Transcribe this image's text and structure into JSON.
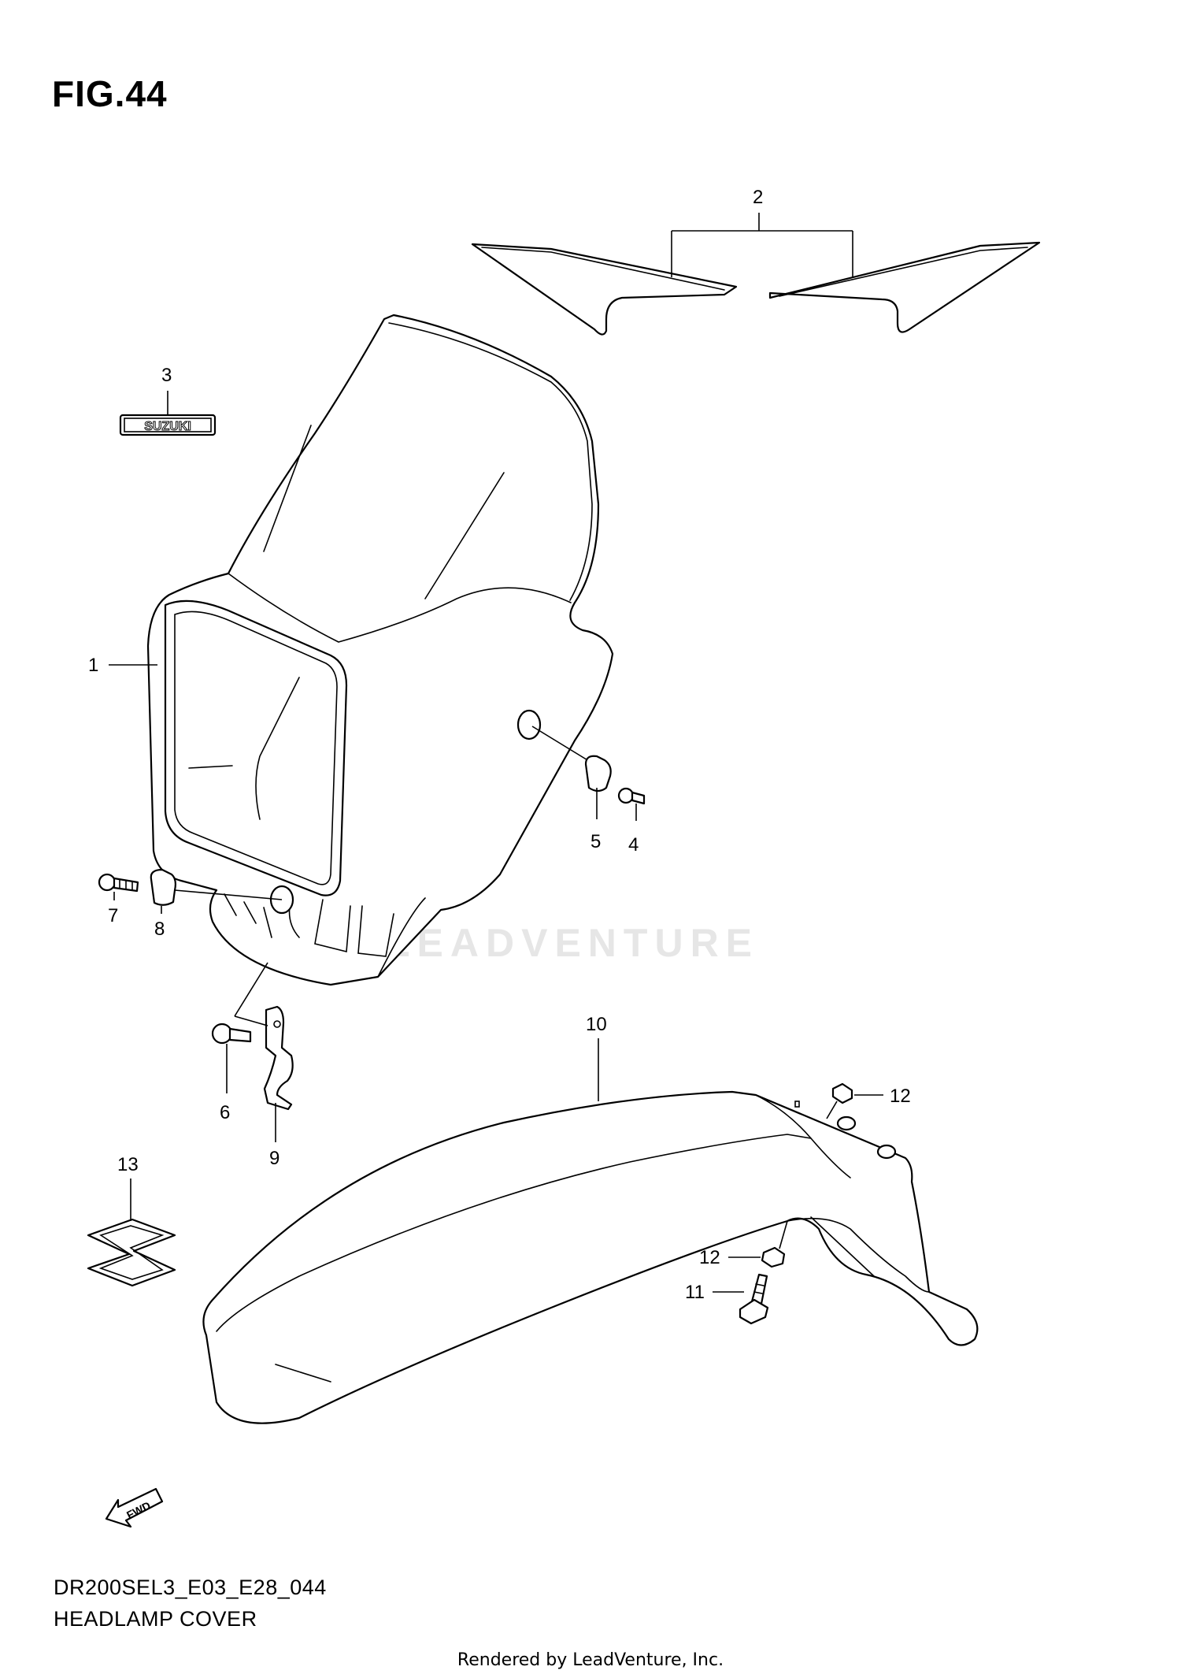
{
  "figure": {
    "title": "FIG.44",
    "code": "DR200SEL3_E03_E28_044",
    "name": "HEADLAMP COVER",
    "footer": "Rendered by LeadVenture, Inc.",
    "watermark": "LEADVENTURE"
  },
  "emblem_text": "SUZUKI",
  "fwd_text": "FWD",
  "callouts": [
    "1",
    "2",
    "3",
    "4",
    "5",
    "6",
    "7",
    "8",
    "9",
    "10",
    "11",
    "12",
    "12",
    "13"
  ]
}
